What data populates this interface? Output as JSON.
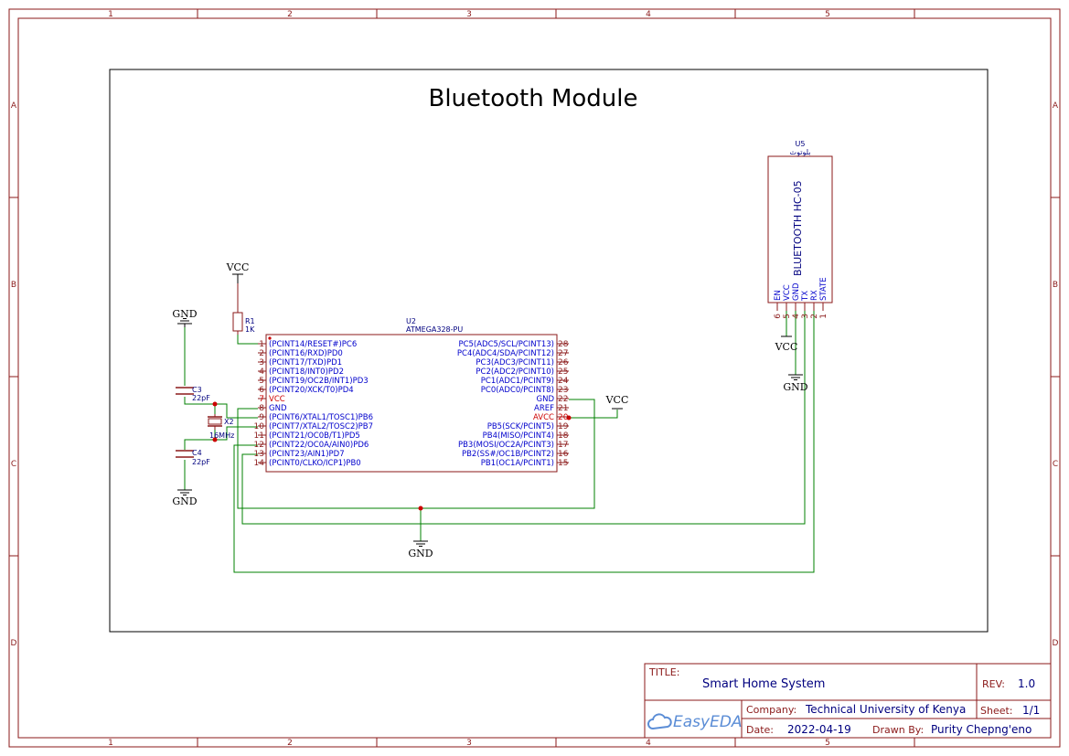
{
  "sheet": {
    "zones_columns": [
      "1",
      "2",
      "3",
      "4",
      "5"
    ],
    "zones_rows": [
      "A",
      "B",
      "C",
      "D"
    ],
    "title": "Bluetooth Module"
  },
  "power_labels": {
    "vcc": "VCC",
    "gnd": "GND"
  },
  "r1": {
    "ref": "R1",
    "value": "1K"
  },
  "c3": {
    "ref": "C3",
    "value": "22pF"
  },
  "c4": {
    "ref": "C4",
    "value": "22pF"
  },
  "x2": {
    "ref": "X2",
    "value": "16MHz"
  },
  "u2": {
    "ref": "U2",
    "part": "ATMEGA328-PU",
    "left_pins": [
      {
        "num": "1",
        "name": "(PCINT14/RESET#)PC6"
      },
      {
        "num": "2",
        "name": "(PCINT16/RXD)PD0"
      },
      {
        "num": "3",
        "name": "(PCINT17/TXD)PD1"
      },
      {
        "num": "4",
        "name": "(PCINT18/INT0)PD2"
      },
      {
        "num": "5",
        "name": "(PCINT19/OC2B/INT1)PD3"
      },
      {
        "num": "6",
        "name": "(PCINT20/XCK/T0)PD4"
      },
      {
        "num": "7",
        "name": "VCC"
      },
      {
        "num": "8",
        "name": "GND"
      },
      {
        "num": "9",
        "name": "(PCINT6/XTAL1/TOSC1)PB6"
      },
      {
        "num": "10",
        "name": "(PCINT7/XTAL2/TOSC2)PB7"
      },
      {
        "num": "11",
        "name": "(PCINT21/OC0B/T1)PD5"
      },
      {
        "num": "12",
        "name": "(PCINT22/OC0A/AIN0)PD6"
      },
      {
        "num": "13",
        "name": "(PCINT23/AIN1)PD7"
      },
      {
        "num": "14",
        "name": "(PCINT0/CLKO/ICP1)PB0"
      }
    ],
    "right_pins": [
      {
        "num": "28",
        "name": "PC5(ADC5/SCL/PCINT13)"
      },
      {
        "num": "27",
        "name": "PC4(ADC4/SDA/PCINT12)"
      },
      {
        "num": "26",
        "name": "PC3(ADC3/PCINT11)"
      },
      {
        "num": "25",
        "name": "PC2(ADC2/PCINT10)"
      },
      {
        "num": "24",
        "name": "PC1(ADC1/PCINT9)"
      },
      {
        "num": "23",
        "name": "PC0(ADC0/PCINT8)"
      },
      {
        "num": "22",
        "name": "GND"
      },
      {
        "num": "21",
        "name": "AREF"
      },
      {
        "num": "20",
        "name": "AVCC"
      },
      {
        "num": "19",
        "name": "PB5(SCK/PCINT5)"
      },
      {
        "num": "18",
        "name": "PB4(MISO/PCINT4)"
      },
      {
        "num": "17",
        "name": "PB3(MOSI/OC2A/PCINT3)"
      },
      {
        "num": "16",
        "name": "PB2(SS#/OC1B/PCINT2)"
      },
      {
        "num": "15",
        "name": "PB1(OC1A/PCINT1)"
      }
    ]
  },
  "u5": {
    "ref": "U5",
    "name_arabic": "بلوتوث",
    "label": "BLUETOOTH HC-05",
    "pins": [
      {
        "num": "6",
        "name": "EN"
      },
      {
        "num": "5",
        "name": "VCC"
      },
      {
        "num": "4",
        "name": "GND"
      },
      {
        "num": "3",
        "name": "TX"
      },
      {
        "num": "2",
        "name": "RX"
      },
      {
        "num": "1",
        "name": "STATE"
      }
    ]
  },
  "title_block": {
    "title_label": "TITLE:",
    "title": "Smart Home System",
    "rev_label": "REV:",
    "rev": "1.0",
    "company_label": "Company:",
    "company": "Technical University of Kenya",
    "sheet_label": "Sheet:",
    "sheet": "1/1",
    "date_label": "Date:",
    "date": "2022-04-19",
    "drawn_label": "Drawn By:",
    "drawn": "Purity Chepng'eno",
    "logo_text": "EasyEDA"
  },
  "colors": {
    "frame": "#8b1a1a",
    "wire": "#008000",
    "pin_name": "#0000cc",
    "ref_text": "#00007f",
    "power_pin": "#cc0000"
  }
}
